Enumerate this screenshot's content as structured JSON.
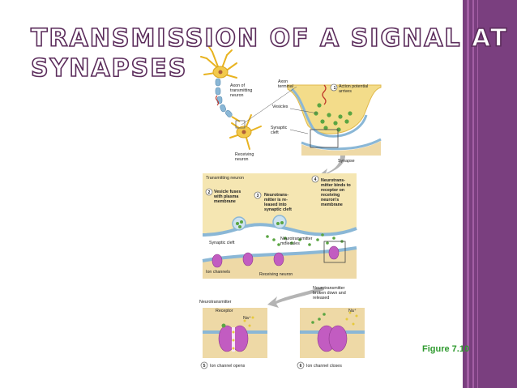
{
  "title": {
    "line1": "TRANSMISSION OF A SIGNAL AT",
    "line2": "SYNAPSES"
  },
  "caption": "Figure 7.10",
  "colors": {
    "accent_purple": "#7a3f7f",
    "stripe_purple": "#a45fa5",
    "title_stroke": "#5b2c5b",
    "caption_green": "#2e9a2e",
    "membrane_blue": "#8ab7d6",
    "vesicle_green": "#5aa542",
    "channel_magenta": "#c25cc1"
  },
  "labels": {
    "axon_of_transmitting": "Axon of transmitting neuron",
    "axon_terminal": "Axon terminal",
    "step1_num": "1",
    "step1": "Action potential arrives",
    "vesicles": "Vesicles",
    "synaptic_cleft_top": "Synaptic cleft",
    "receiving_neuron_top": "Receiving neuron",
    "synapse": "Synapse",
    "transmitting_neuron": "Transmitting neuron",
    "step2_num": "2",
    "step2": "Vesicle fuses with plasma membrane",
    "step3_num": "3",
    "step3": "Neurotrans- mitter is re- leased into synaptic cleft",
    "step4_num": "4",
    "step4": "Neurotrans- mitter binds to receptor on receiving neuron's membrane",
    "neurotransmitter_molecules": "Neurotransmitter molecules",
    "synaptic_cleft_mid": "Synaptic cleft",
    "ion_channels": "Ion channels",
    "receiving_neuron_mid": "Receiving neuron",
    "broken_down": "Neurotransmitter broken down and released",
    "neurotransmitter": "Neurotransmitter",
    "receptor": "Receptor",
    "na_left": "Na⁺",
    "na_right": "Na⁺",
    "step5_num": "5",
    "step5": "Ion channel opens",
    "step6_num": "6",
    "step6": "Ion channel closes"
  }
}
